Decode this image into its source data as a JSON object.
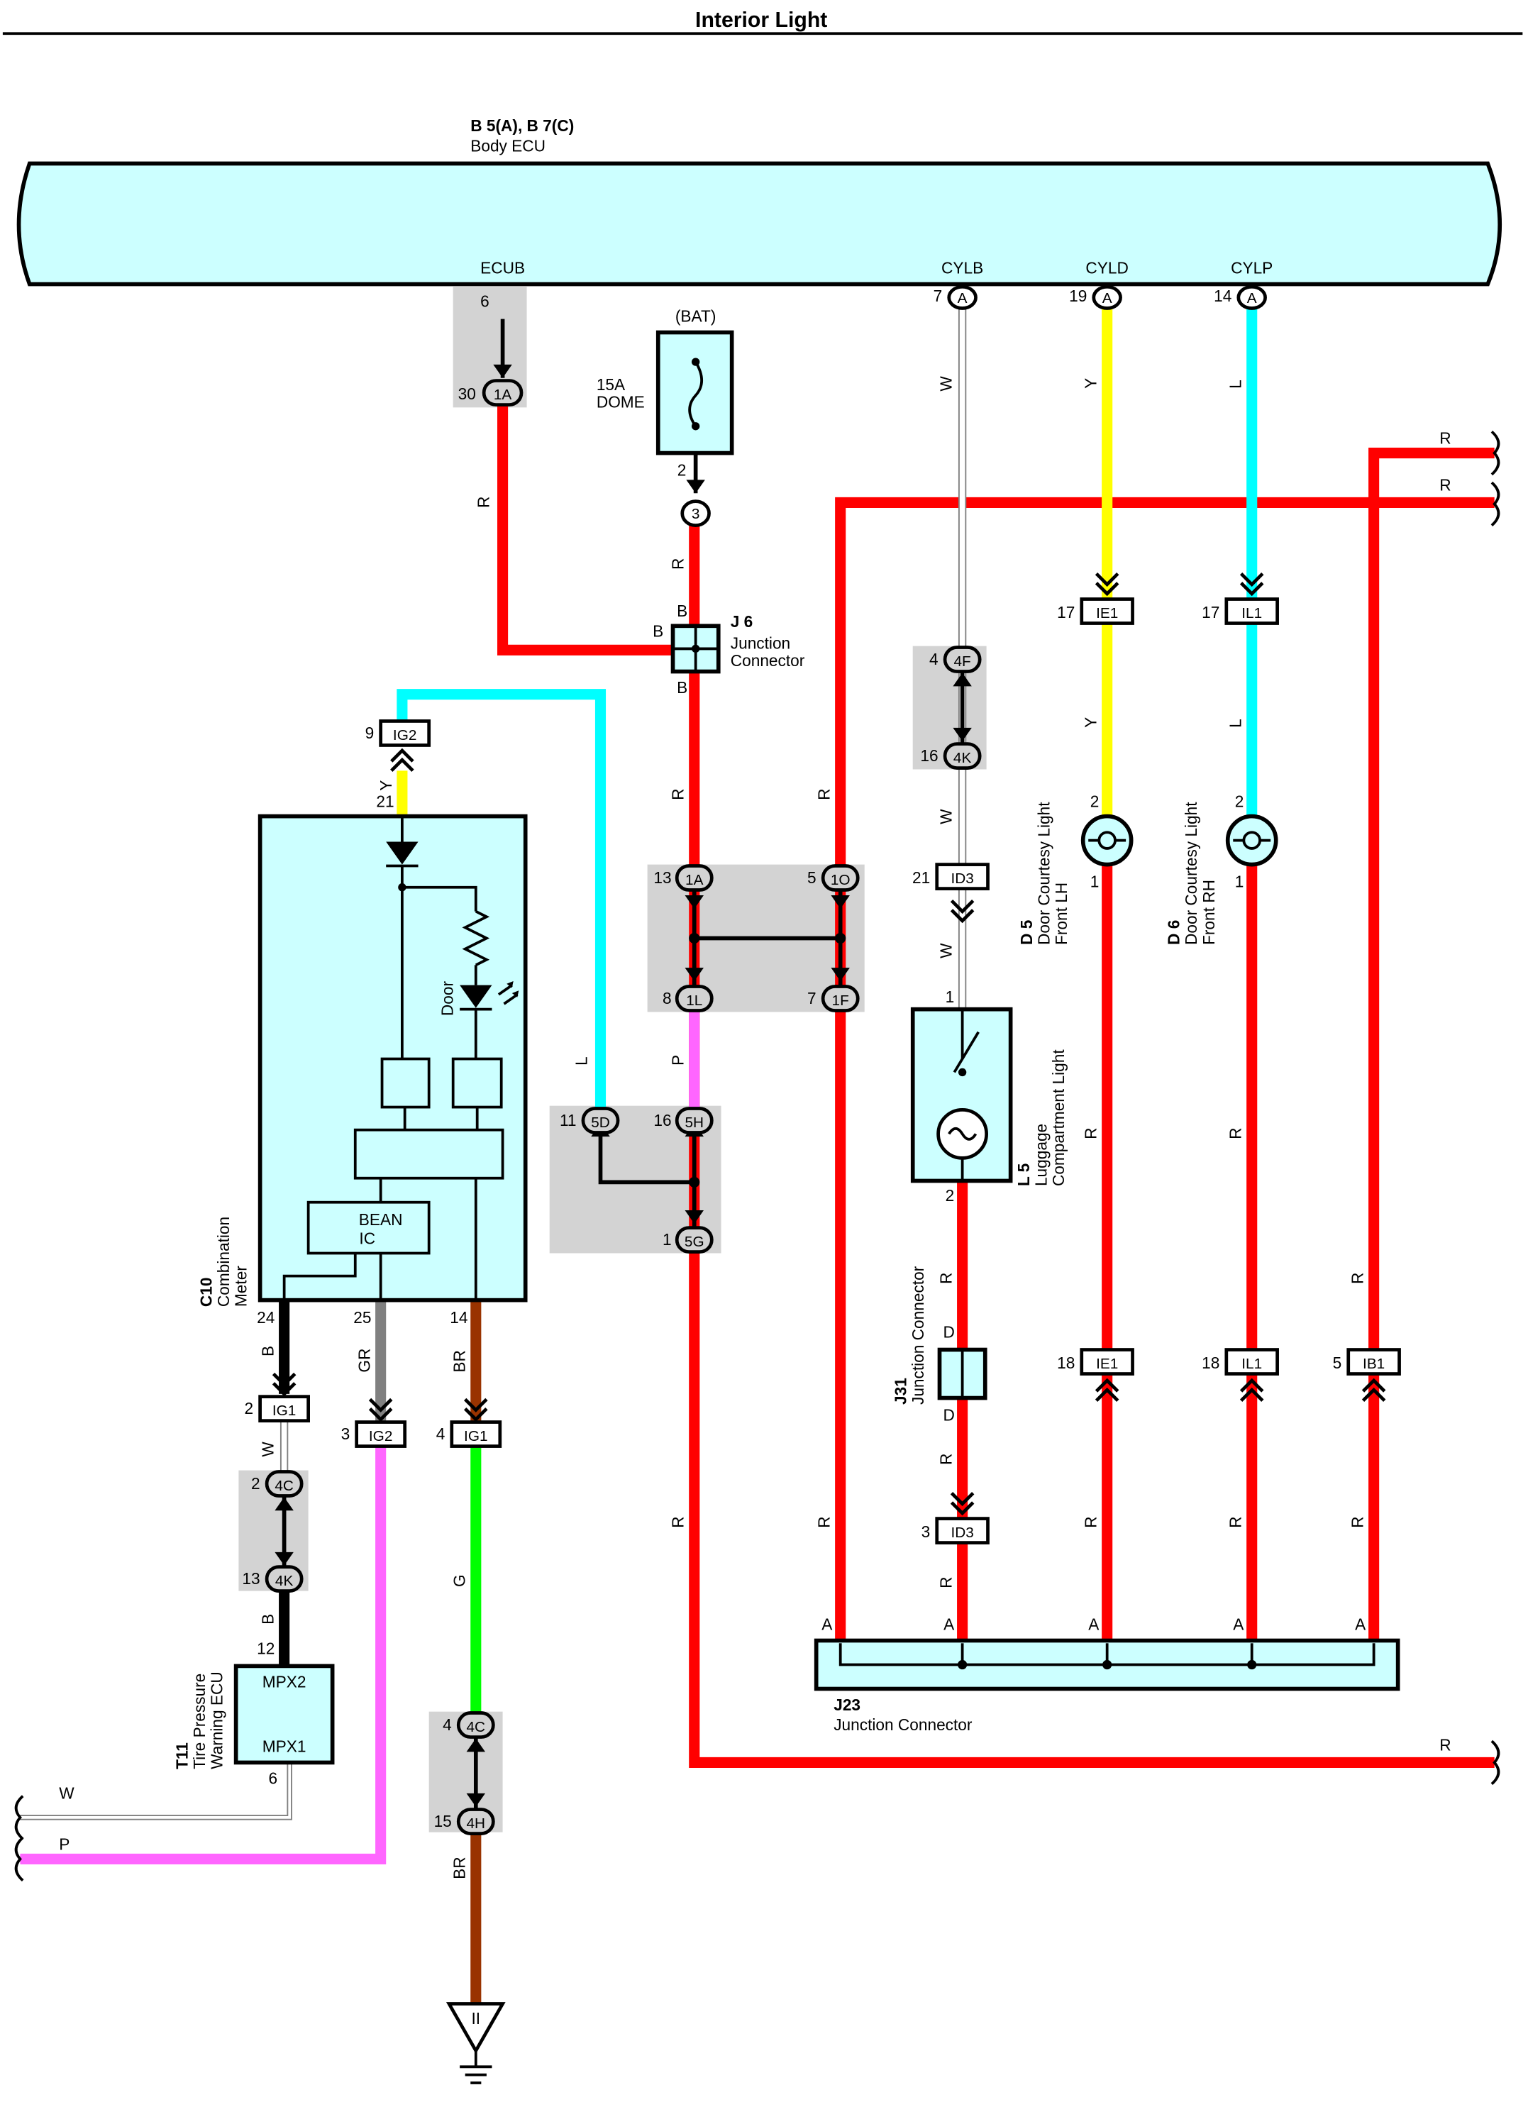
{
  "title": "Interior Light",
  "body_ecu": {
    "code": "B 5(A), B 7(C)",
    "name": "Body ECU",
    "terminals": {
      "ecub": "ECUB",
      "cylb": "CYLB",
      "cyld": "CYLD",
      "cylp": "CYLP"
    }
  },
  "fuse": {
    "source": "(BAT)",
    "rating": "15A",
    "name": "DOME"
  },
  "j6": {
    "code": "J 6",
    "line1": "Junction",
    "line2": "Connector",
    "pin": "B"
  },
  "j31": {
    "code": "J31",
    "line1": "Junction Connector",
    "pin": "D"
  },
  "j23": {
    "code": "J23",
    "name": "Junction Connector",
    "pin": "A"
  },
  "d5": {
    "code": "D 5",
    "line1": "Door Courtesy Light",
    "line2": "Front LH"
  },
  "d6": {
    "code": "D 6",
    "line1": "Door Courtesy Light",
    "line2": "Front RH"
  },
  "l5": {
    "code": "L 5",
    "line1": "Luggage",
    "line2": "Compartment Light"
  },
  "c10": {
    "code": "C10",
    "line1": "Combination",
    "line2": "Meter",
    "door": "Door",
    "bean1": "BEAN",
    "bean2": "IC"
  },
  "t11": {
    "code": "T11",
    "line1": "Tire Pressure",
    "line2": "Warning ECU",
    "mpx2": "MPX2",
    "mpx1": "MPX1"
  },
  "ground": "II",
  "connectors": {
    "c1A": "1A",
    "c3": "3",
    "a": "A",
    "c4F": "4F",
    "c4K": "4K",
    "cID3": "ID3",
    "cIE1": "IE1",
    "cIL1": "IL1",
    "cIB1": "IB1",
    "cIG1": "IG1",
    "cIG2": "IG2",
    "c1O": "1O",
    "c1L": "1L",
    "c1F": "1F",
    "c5D": "5D",
    "c5H": "5H",
    "c5G": "5G",
    "c4C": "4C",
    "c4H": "4H"
  },
  "pins": {
    "p1": "1",
    "p2": "2",
    "p3": "3",
    "p4": "4",
    "p5": "5",
    "p6": "6",
    "p7": "7",
    "p8": "8",
    "p9": "9",
    "p11": "11",
    "p12": "12",
    "p13": "13",
    "p14": "14",
    "p15": "15",
    "p16": "16",
    "p17": "17",
    "p18": "18",
    "p19": "19",
    "p21": "21",
    "p24": "24",
    "p25": "25",
    "p30": "30"
  },
  "wire_colors": {
    "R": "R",
    "W": "W",
    "Y": "Y",
    "L": "L",
    "P": "P",
    "B": "B",
    "G": "G",
    "BR": "BR",
    "GR": "GR"
  },
  "colors": {
    "red": "#ff0000",
    "yellow": "#ffff00",
    "cyan": "#00ffff",
    "pink": "#ff66ff",
    "green": "#00ff00",
    "brown": "#993300",
    "black": "#000000",
    "gray": "#808080",
    "component_fill": "#ccffff",
    "connector_bg": "#d3d3d3"
  }
}
